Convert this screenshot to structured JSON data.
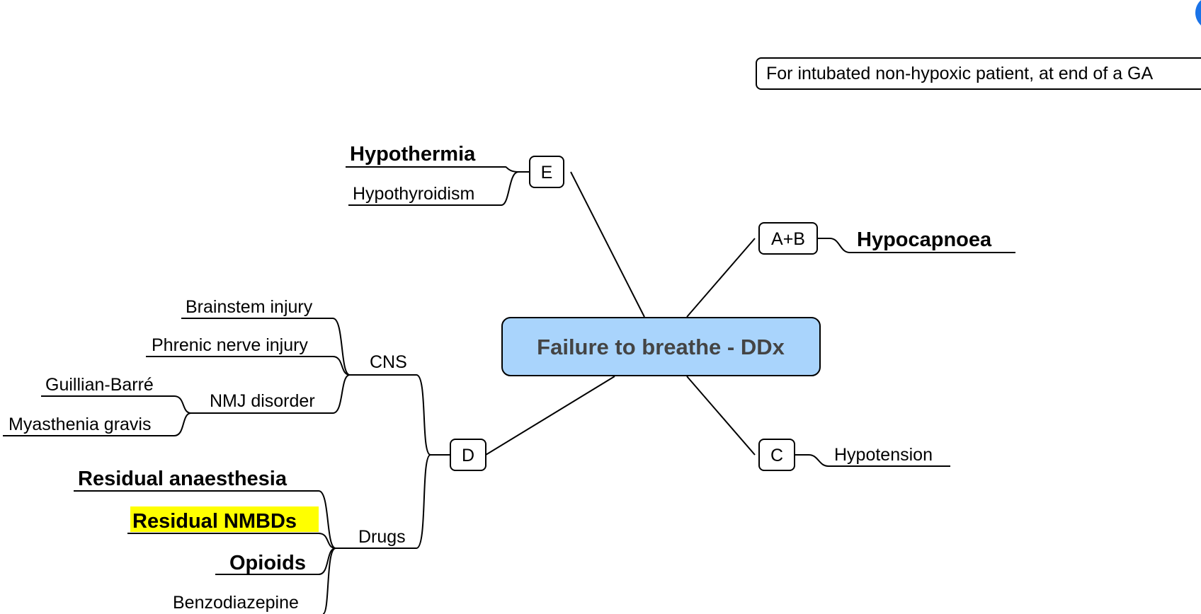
{
  "colors": {
    "central_fill": "#a9d4fc",
    "central_text": "#444444",
    "highlight": "#ffff00",
    "corner_accent": "#1a73e8"
  },
  "note": "For intubated non-hypoxic patient, at end of a GA",
  "central": "Failure to breathe - DDx",
  "branches": {
    "e": {
      "label": "E",
      "children": [
        "Hypothermia",
        "Hypothyroidism"
      ]
    },
    "ab": {
      "label": "A+B",
      "children": [
        "Hypocapnoea"
      ]
    },
    "c": {
      "label": "C",
      "children": [
        "Hypotension"
      ]
    },
    "d": {
      "label": "D",
      "cns": {
        "label": "CNS",
        "children": [
          "Brainstem injury",
          "Phrenic nerve injury"
        ],
        "nmj": {
          "label": "NMJ disorder",
          "children": [
            "Guillian-Barré",
            "Myasthenia gravis"
          ]
        }
      },
      "drugs": {
        "label": "Drugs",
        "children": [
          "Residual anaesthesia",
          "Residual NMBDs",
          "Opioids",
          "Benzodiazepine"
        ]
      }
    }
  }
}
